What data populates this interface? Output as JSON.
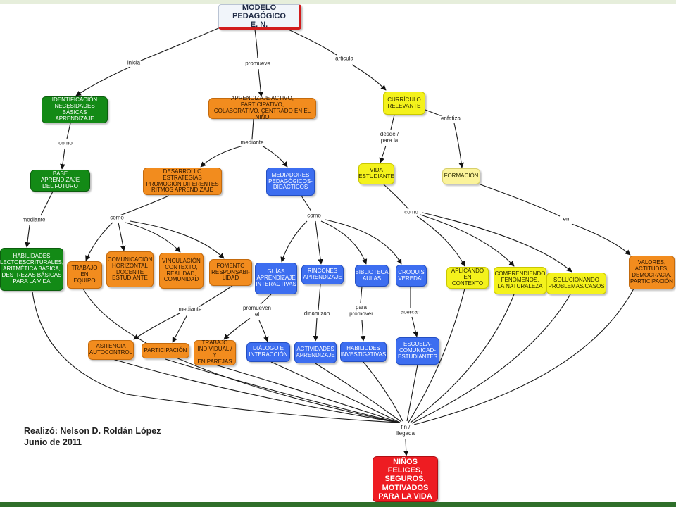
{
  "title": {
    "line1": "MODELO PEDAGÓGICO",
    "line2": "E. N."
  },
  "nodes": {
    "identificacion": "IDENTIFICACIÓN\nNECESIDADES\nBÁSICAS APRENDIZAJE",
    "base": "BASE APRENDIZAJE\nDEL FUTURO",
    "habilidades_basicas": "HABILIDADES\nLECTOESCRITURALES,\nARITMÉTICA BÁSICA,\nDESTREZAS BÁSICAS\nPARA LA VIDA",
    "aprendizaje_activo": "APRENDIZAJE ACTIVO, PARTICIPATIVO,\nCOLABORATIVO, CENTRADO EN EL NIÑO",
    "desarrollo": "DESARROLLO ESTRATEGIAS\nPROMOCIÓN DIFERENTES\nRITMOS APRENDIZAJE",
    "mediadores": "MEDIADORES\nPEDAGÓGICOS-\nDIDÁCTICOS",
    "trabajo_equipo": "TRABAJO\nEN EQUIPO",
    "comunicacion": "COMUNICACIÓN\nHORIZONTAL\nDOCENTE\nESTUDIANTE",
    "vinculacion": "VINCULACIÓN\nCONTEXTO,\nREALIDAD,\nCOMUNIDAD",
    "fomento": "FOMENTO\nRESPONSABI-\nLIDAD",
    "asistencia": "ASITENCIA\nAUTOCONTROL",
    "participacion": "PARTICIPACIÓN",
    "trabajo_individual": "TRABAJO\nINDIVIDUAL / Y\nEN PAREJAS",
    "guias": "GUÍAS\nAPRENDIZAJE\nINTERACTIVAS",
    "rincones": "RINCONES\nAPRENDIZAJE",
    "biblioteca": "BIBLIOTECA\nAULAS",
    "croquis": "CROQUIS\nVEREDAL",
    "dialogo": "DIÁLOGO E\nINTERACCIÓN",
    "actividades": "ACTIVIDADES\nAPRENDIZAJE",
    "habilidades_investigativas": "HABILIDDES\nINVESTIGATIVAS",
    "escuela": "ESCUELA-\nCOMUNICAD-\nESTUDIANTES",
    "curriculo": "CURRÍCULO\nRELEVANTE",
    "vida": "VIDA\nESTUDIANTE",
    "formacion": "FORMACIÓN",
    "aplicando": "APLICANDO\nEN CONTEXTO",
    "comprendiendo": "COMPRENDIENDO\nFENÓMENOS,\nLA NATURALEZA",
    "solucionando": "SOLUCIONANDO\nPROBLEMAS/CASOS",
    "valores": "VALORES,\nACTITUDES,\nDEMOCRACIA,\nPARTICIPACIÓN",
    "ninos": "NIÑOS FELICES,\nSEGUROS,\nMOTIVADOS\nPARA LA VIDA"
  },
  "links": {
    "inicia": "inicia",
    "promueve": "promueve",
    "articula": "articula",
    "como_1": "como",
    "mediante_1": "mediante",
    "mediante_2": "mediante",
    "como_2": "como",
    "como_3": "como",
    "mediante_3": "mediante",
    "promueven_el": "promueven\nel",
    "dinamizan": "dinamizan",
    "para_promover": "para\npromover",
    "acercan": "acercan",
    "desde_para_la": "desde /\npara la",
    "enfatiza": "enfatiza",
    "como_4": "como",
    "en": "en",
    "fin_llegada": "fin /\nllegada"
  },
  "credit": {
    "line1": "Realizó: Nelson D. Roldán López",
    "line2": "Junio de 2011"
  },
  "colors": {
    "green": "#138a16",
    "orange": "#f28c1e",
    "blue": "#3d6ef0",
    "yellow": "#f4f21c",
    "light_yellow": "#fbf39a",
    "red": "#ee1c22"
  }
}
